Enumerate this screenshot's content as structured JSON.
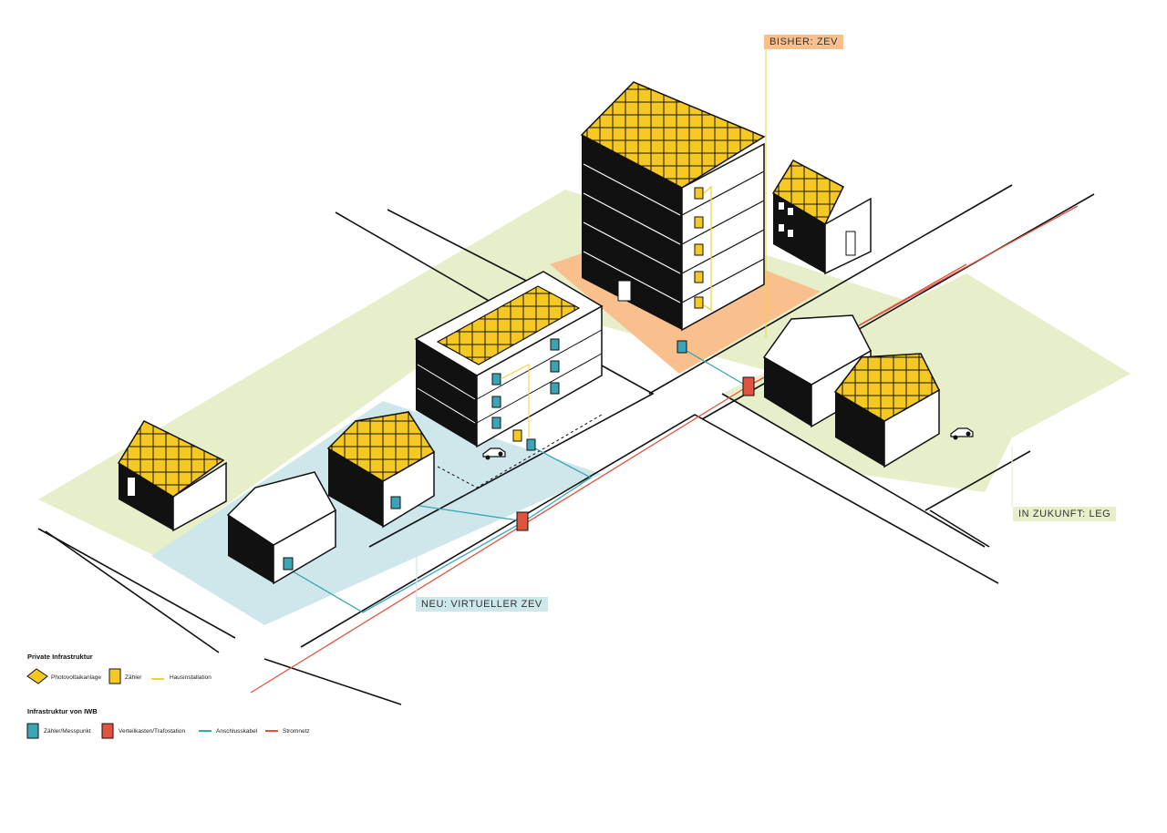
{
  "labels": {
    "bisher": "BISHER: ZEV",
    "neu": "NEU: VIRTUELLER ZEV",
    "zukunft": "IN ZUKUNFT: LEG"
  },
  "legend": {
    "private_title": "Private Infrastruktur",
    "pv_label": "Photovoltaikanlage",
    "meter_private_label": "Zähler",
    "house_installation_label": "Hausinstallation",
    "iwb_title": "Infrastruktur von IWB",
    "meter_iwb_label": "Zähler/Messpunkt",
    "distribution_label": "Verteilkasten/Trafostation",
    "connection_cable_label": "Anschlusskabel",
    "grid_label": "Stromnetz"
  },
  "colors": {
    "zev_orange": "#f9c08e",
    "virtual_blue": "#cde7ea",
    "leg_green": "#e6efc9",
    "pv_yellow": "#f5c922",
    "meter_teal": "#3aa5b7",
    "distribution_red": "#e0533f",
    "house_installation_line": "#f2d23a",
    "connection_cable_line": "#3aa5b7",
    "grid_line": "#e0533f",
    "outline": "#111111"
  },
  "icons": [
    "solar-panel-icon",
    "meter-icon",
    "distribution-box-icon",
    "car-icon",
    "house-icon"
  ]
}
